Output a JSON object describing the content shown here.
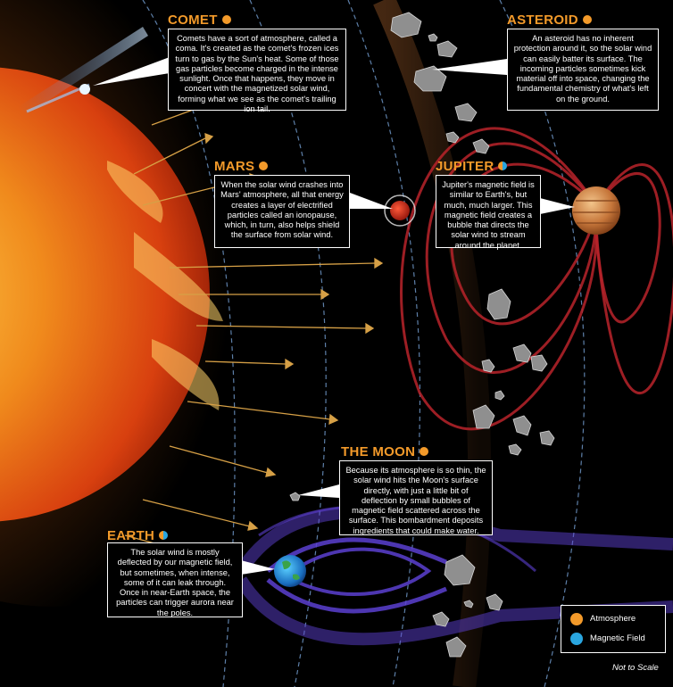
{
  "colors": {
    "atmosphere": "#f39a2a",
    "magnetic_field": "#2aa6e0",
    "background": "#000000",
    "title_text": "#f39a2a"
  },
  "comet": {
    "title": "COMET",
    "badge": "atmosphere",
    "text": "Comets have a sort of atmosphere, called a coma. It's created as the comet's frozen ices turn to gas by the Sun's heat. Some of those gas particles become charged in the intense sunlight. Once that happens, they move in concert with the magnetized solar wind, forming what we see as the comet's trailing ion tail."
  },
  "asteroid": {
    "title": "ASTEROID",
    "badge": "atmosphere",
    "text": "An asteroid has no inherent protection around it, so the solar wind can easily batter its surface. The incoming particles sometimes kick material off into space, changing the fundamental chemistry of what's left on the ground."
  },
  "mars": {
    "title": "MARS",
    "badge": "atmosphere",
    "text": "When the solar wind crashes into Mars' atmosphere, all that energy creates a layer of electrified particles called an ionopause, which, in turn, also helps shield the surface from solar wind."
  },
  "jupiter": {
    "title": "JUPITER",
    "badge": "both",
    "text": "Jupiter's magnetic field is similar to Earth's, but much, much larger. This magnetic field creates a bubble that directs the solar wind to stream around the planet."
  },
  "moon": {
    "title": "THE MOON",
    "badge": "atmosphere",
    "text": "Because its atmosphere is so thin, the solar wind hits the Moon's surface directly, with just a little bit of deflection by small bubbles of magnetic field scattered across the surface. This bombardment deposits ingredients that could make water."
  },
  "earth": {
    "title": "EARTH",
    "badge": "both",
    "text": "The solar wind is mostly deflected by our magnetic field, but sometimes, when intense, some of it can leak through. Once in near-Earth space, the particles can trigger aurora near the poles."
  },
  "legend": {
    "atmosphere_label": "Atmosphere",
    "magnetic_field_label": "Magnetic Field"
  },
  "note": "Not to Scale"
}
